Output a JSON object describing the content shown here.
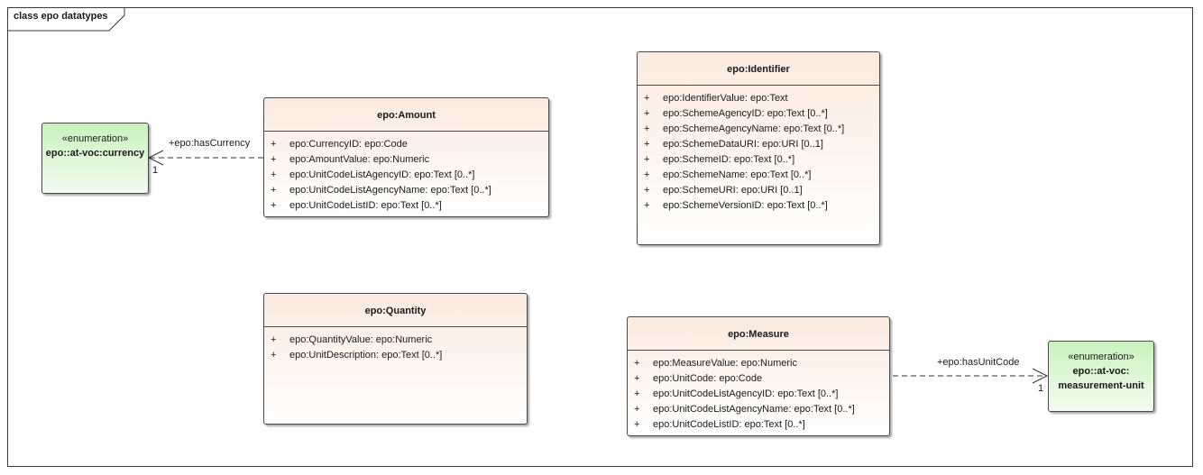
{
  "diagram": {
    "title": "class epo datatypes"
  },
  "classes": {
    "amount": {
      "name": "epo:Amount",
      "attributes": [
        {
          "vis": "+",
          "text": "epo:CurrencyID: epo:Code"
        },
        {
          "vis": "+",
          "text": "epo:AmountValue: epo:Numeric"
        },
        {
          "vis": "+",
          "text": "epo:UnitCodeListAgencyID: epo:Text [0..*]"
        },
        {
          "vis": "+",
          "text": "epo:UnitCodeListAgencyName: epo:Text [0..*]"
        },
        {
          "vis": "+",
          "text": "epo:UnitCodeListID: epo:Text [0..*]"
        }
      ]
    },
    "identifier": {
      "name": "epo:Identifier",
      "attributes": [
        {
          "vis": "+",
          "text": "epo:IdentifierValue: epo:Text"
        },
        {
          "vis": "+",
          "text": "epo:SchemeAgencyID: epo:Text [0..*]"
        },
        {
          "vis": "+",
          "text": "epo:SchemeAgencyName: epo:Text [0..*]"
        },
        {
          "vis": "+",
          "text": "epo:SchemeDataURI: epo:URI [0..1]"
        },
        {
          "vis": "+",
          "text": "epo:SchemeID: epo:Text [0..*]"
        },
        {
          "vis": "+",
          "text": "epo:SchemeName: epo:Text [0..*]"
        },
        {
          "vis": "+",
          "text": "epo:SchemeURI: epo:URI [0..1]"
        },
        {
          "vis": "+",
          "text": "epo:SchemeVersionID: epo:Text [0..*]"
        }
      ]
    },
    "quantity": {
      "name": "epo:Quantity",
      "attributes": [
        {
          "vis": "+",
          "text": "epo:QuantityValue: epo:Numeric"
        },
        {
          "vis": "+",
          "text": "epo:UnitDescription: epo:Text [0..*]"
        }
      ]
    },
    "measure": {
      "name": "epo:Measure",
      "attributes": [
        {
          "vis": "+",
          "text": "epo:MeasureValue: epo:Numeric"
        },
        {
          "vis": "+",
          "text": "epo:UnitCode: epo:Code"
        },
        {
          "vis": "+",
          "text": "epo:UnitCodeListAgencyID: epo:Text [0..*]"
        },
        {
          "vis": "+",
          "text": "epo:UnitCodeListAgencyName: epo:Text [0..*]"
        },
        {
          "vis": "+",
          "text": "epo:UnitCodeListID: epo:Text [0..*]"
        }
      ]
    }
  },
  "enumerations": {
    "currency": {
      "stereotype": "«enumeration»",
      "name_line1": "epo::at-voc:currency",
      "name_line2": ""
    },
    "unit": {
      "stereotype": "«enumeration»",
      "name_line1": "epo::at-voc:",
      "name_line2": "measurement-unit"
    }
  },
  "associations": {
    "currency": {
      "role": "+epo:hasCurrency",
      "multiplicity": "1"
    },
    "unit": {
      "role": "+epo:hasUnitCode",
      "multiplicity": "1"
    }
  },
  "colors": {
    "class_fill": "#fbeadf",
    "enumeration_fill": "#c9f2bd",
    "border": "#4a4a4a"
  }
}
